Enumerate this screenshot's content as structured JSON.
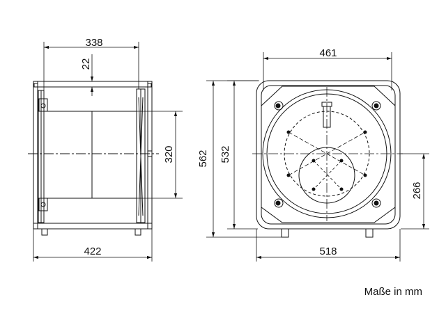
{
  "side_view": {
    "width_top": "338",
    "offset_top": "22",
    "height_right": "320",
    "width_bottom": "422"
  },
  "front_view": {
    "width_top": "461",
    "height_outer": "562",
    "height_inner": "532",
    "height_right": "266",
    "width_bottom": "518"
  },
  "note": "Maße in mm"
}
